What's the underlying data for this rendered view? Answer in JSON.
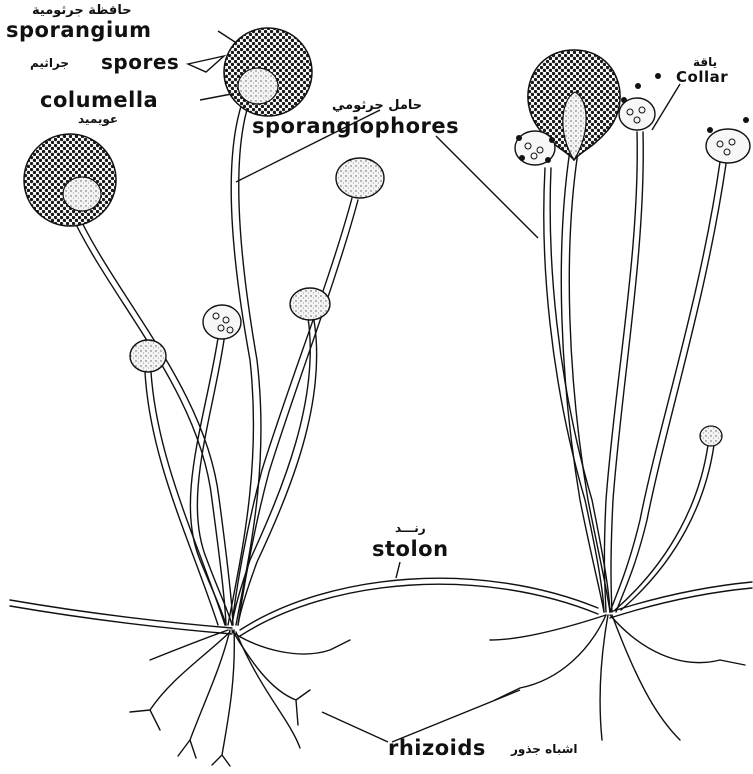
{
  "labels": {
    "sporangium_ar": "حافظة جرثومية",
    "sporangium": "sporangium",
    "spores_ar": "جراثيم",
    "spores": "spores",
    "columella": "columella",
    "columella_ar": "عويميد",
    "sporangiophores_ar": "حامل جرثومي",
    "sporangiophores": "sporangiophores",
    "collar_ar": "ياقة",
    "collar": "Collar",
    "stolon_ar": "رنـــد",
    "stolon": "stolon",
    "rhizoids": "rhizoids",
    "rhizoids_ar": "اشباه جذور"
  },
  "colors": {
    "ink": "#111111",
    "background": "#ffffff"
  }
}
